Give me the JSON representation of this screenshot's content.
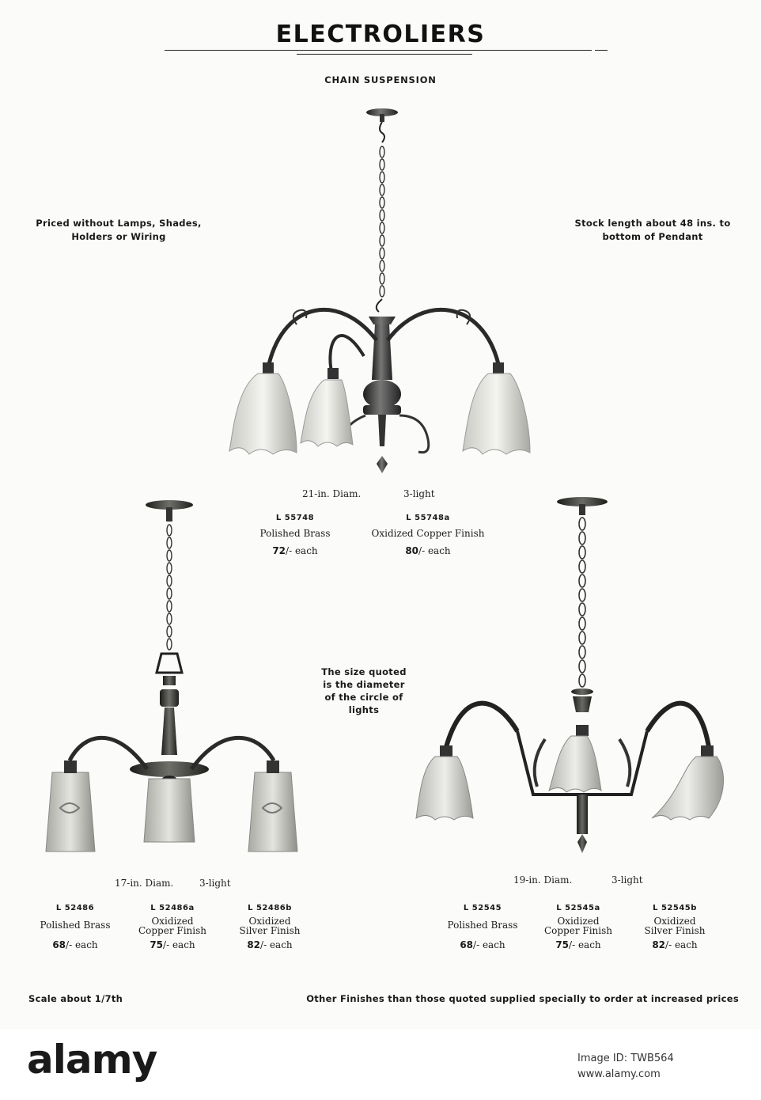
{
  "page": {
    "title": "ELECTROLIERS",
    "subtitle": "CHAIN SUSPENSION",
    "note_left": [
      "Priced without Lamps, Shades,",
      "Holders or Wiring"
    ],
    "note_right": [
      "Stock length about 48 ins. to",
      "bottom of Pendant"
    ],
    "note_center": [
      "The size quoted",
      "is the diameter",
      "of the circle of",
      "lights"
    ],
    "footer_left": "Scale about 1/7th",
    "footer_right": "Other Finishes than those quoted supplied specially to order at increased prices"
  },
  "fixtures": [
    {
      "diameter": "21-in. Diam.",
      "lights": "3-light",
      "variants": [
        {
          "code": "L 55748",
          "finish": [
            "Polished Brass"
          ],
          "price": "72",
          "price_suffix": "/- each"
        },
        {
          "code": "L 55748a",
          "finish": [
            "Oxidized Copper Finish"
          ],
          "price": "80",
          "price_suffix": "/- each"
        }
      ]
    },
    {
      "diameter": "17-in. Diam.",
      "lights": "3-light",
      "variants": [
        {
          "code": "L  52486",
          "finish": [
            "Polished Brass"
          ],
          "price": "68",
          "price_suffix": "/- each"
        },
        {
          "code": "L  52486a",
          "finish": [
            "Oxidized",
            "Copper Finish"
          ],
          "price": "75",
          "price_suffix": "/- each"
        },
        {
          "code": "L  52486b",
          "finish": [
            "Oxidized",
            "Silver Finish"
          ],
          "price": "82",
          "price_suffix": "/- each"
        }
      ]
    },
    {
      "diameter": "19-in. Diam.",
      "lights": "3-light",
      "variants": [
        {
          "code": "L 52545",
          "finish": [
            "Polished Brass"
          ],
          "price": "68",
          "price_suffix": "/- each"
        },
        {
          "code": "L 52545a",
          "finish": [
            "Oxidized",
            "Copper Finish"
          ],
          "price": "75",
          "price_suffix": "/- each"
        },
        {
          "code": "L 52545b",
          "finish": [
            "Oxidized",
            "Silver Finish"
          ],
          "price": "82",
          "price_suffix": "/- each"
        }
      ]
    }
  ],
  "watermark": {
    "logo": "alamy",
    "image_id_label": "Image ID: TWB564",
    "site": "www.alamy.com"
  }
}
